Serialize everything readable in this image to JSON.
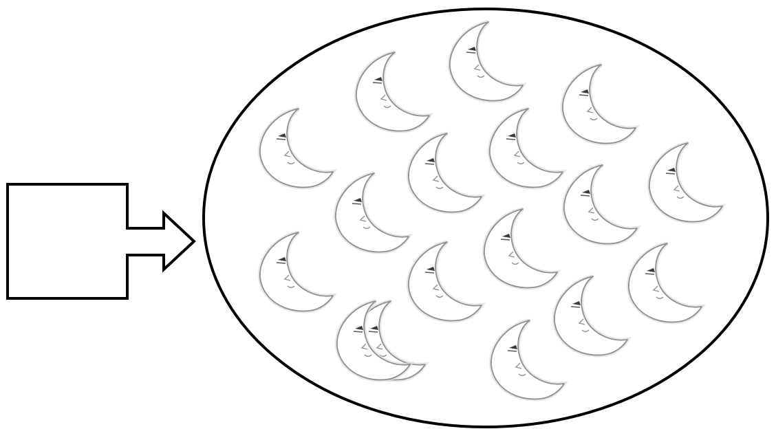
{
  "diagram": {
    "arrow": {
      "icon": "block-arrow-right-icon",
      "direction": "right",
      "stroke_color": "#000000",
      "fill_color": "#ffffff"
    },
    "set": {
      "shape": "ellipse",
      "stroke_color": "#000000",
      "fill_color": "#ffffff"
    },
    "items": {
      "icon": "crescent-moon-face-icon",
      "count": 17,
      "outline_color": "#9a9a9a",
      "shadow_color": "#dcdcdc",
      "eye_color": "#333333"
    }
  }
}
